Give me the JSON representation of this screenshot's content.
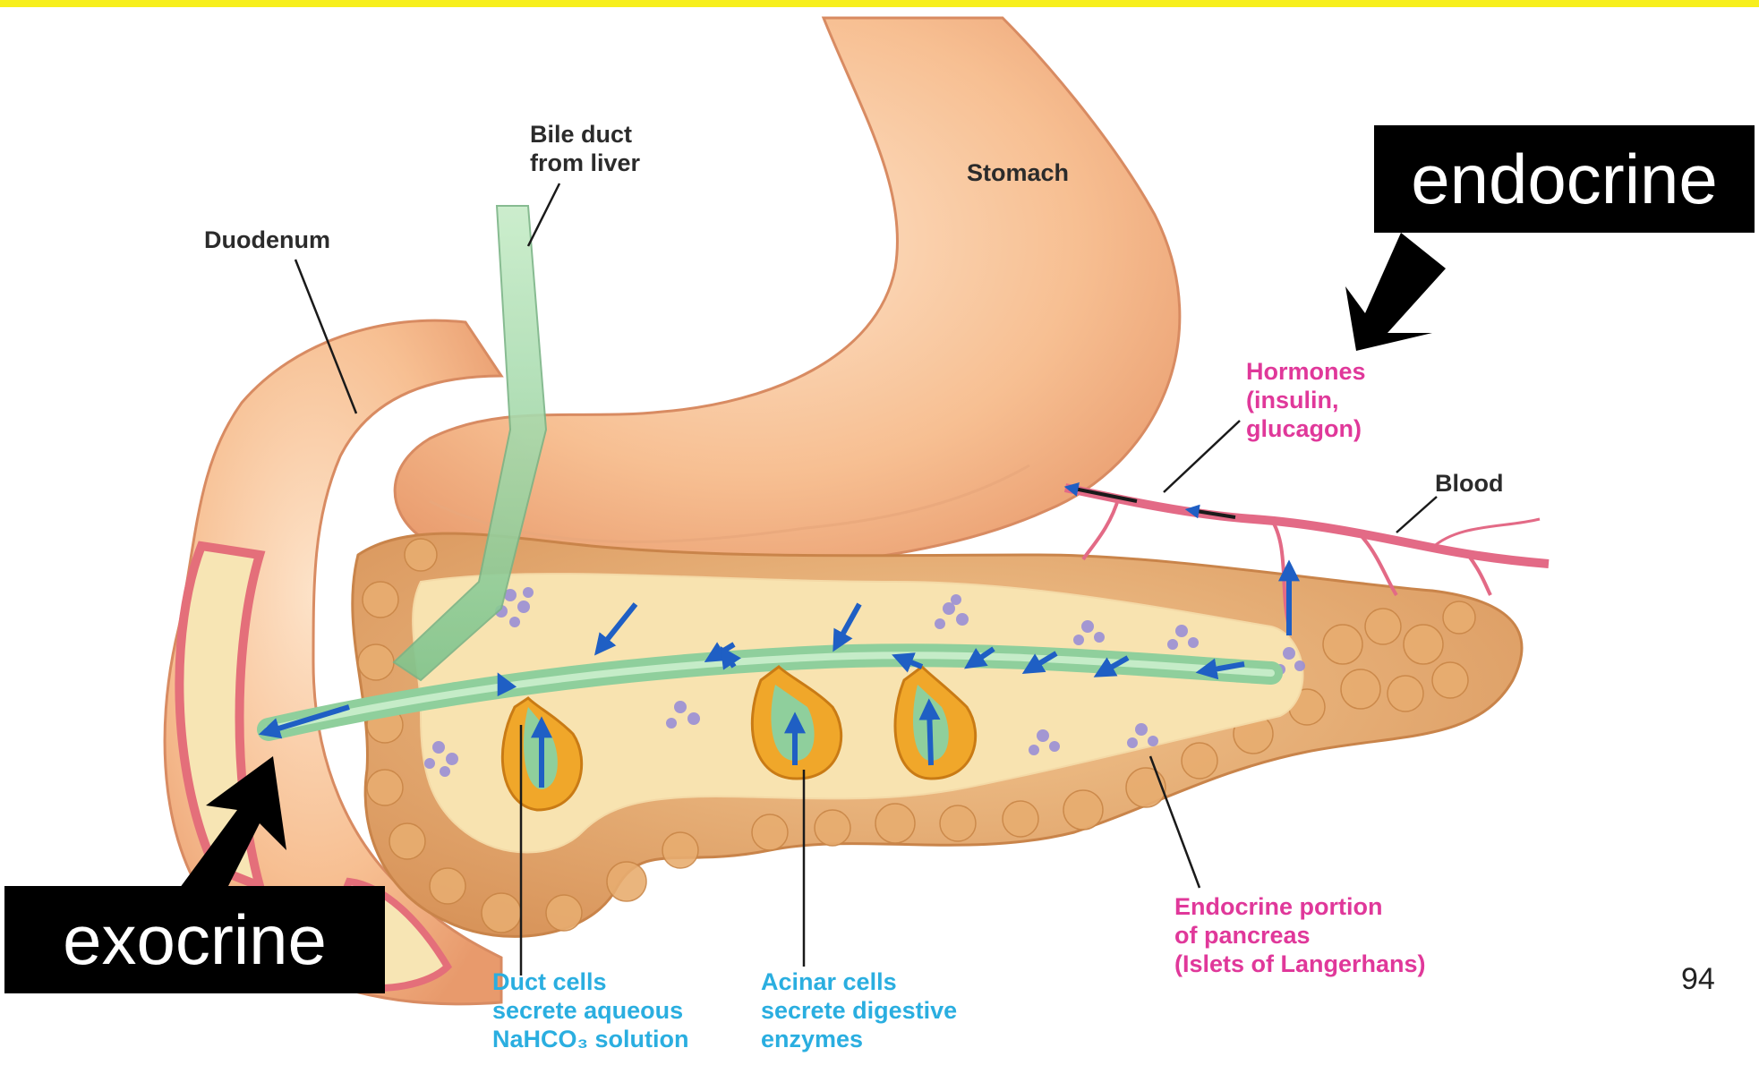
{
  "labels": {
    "bile_duct": [
      "Bile duct",
      "from liver"
    ],
    "stomach": "Stomach",
    "duodenum": "Duodenum",
    "hormones": [
      "Hormones",
      "(insulin,",
      "glucagon)"
    ],
    "blood": "Blood",
    "endocrine_portion": [
      "Endocrine portion",
      "of pancreas",
      "(Islets of Langerhans)"
    ],
    "duct_cells": [
      "Duct cells",
      "secrete aqueous",
      "NaHCO₃ solution"
    ],
    "acinar_cells": [
      "Acinar cells",
      "secrete digestive",
      "enzymes"
    ]
  },
  "callouts": {
    "endocrine": "endocrine",
    "exocrine": "exocrine"
  },
  "page_number": "94",
  "colors": {
    "header_bar": "#f7ef1c",
    "callout_bg": "#000000",
    "hormone_text": "#e0389a",
    "cell_text": "#2aaee0",
    "organ_flesh": "#f6b98a",
    "pancreas": "#e3a468",
    "duct": "#9fd6a6",
    "flow_arrow": "#1f5fc4"
  }
}
